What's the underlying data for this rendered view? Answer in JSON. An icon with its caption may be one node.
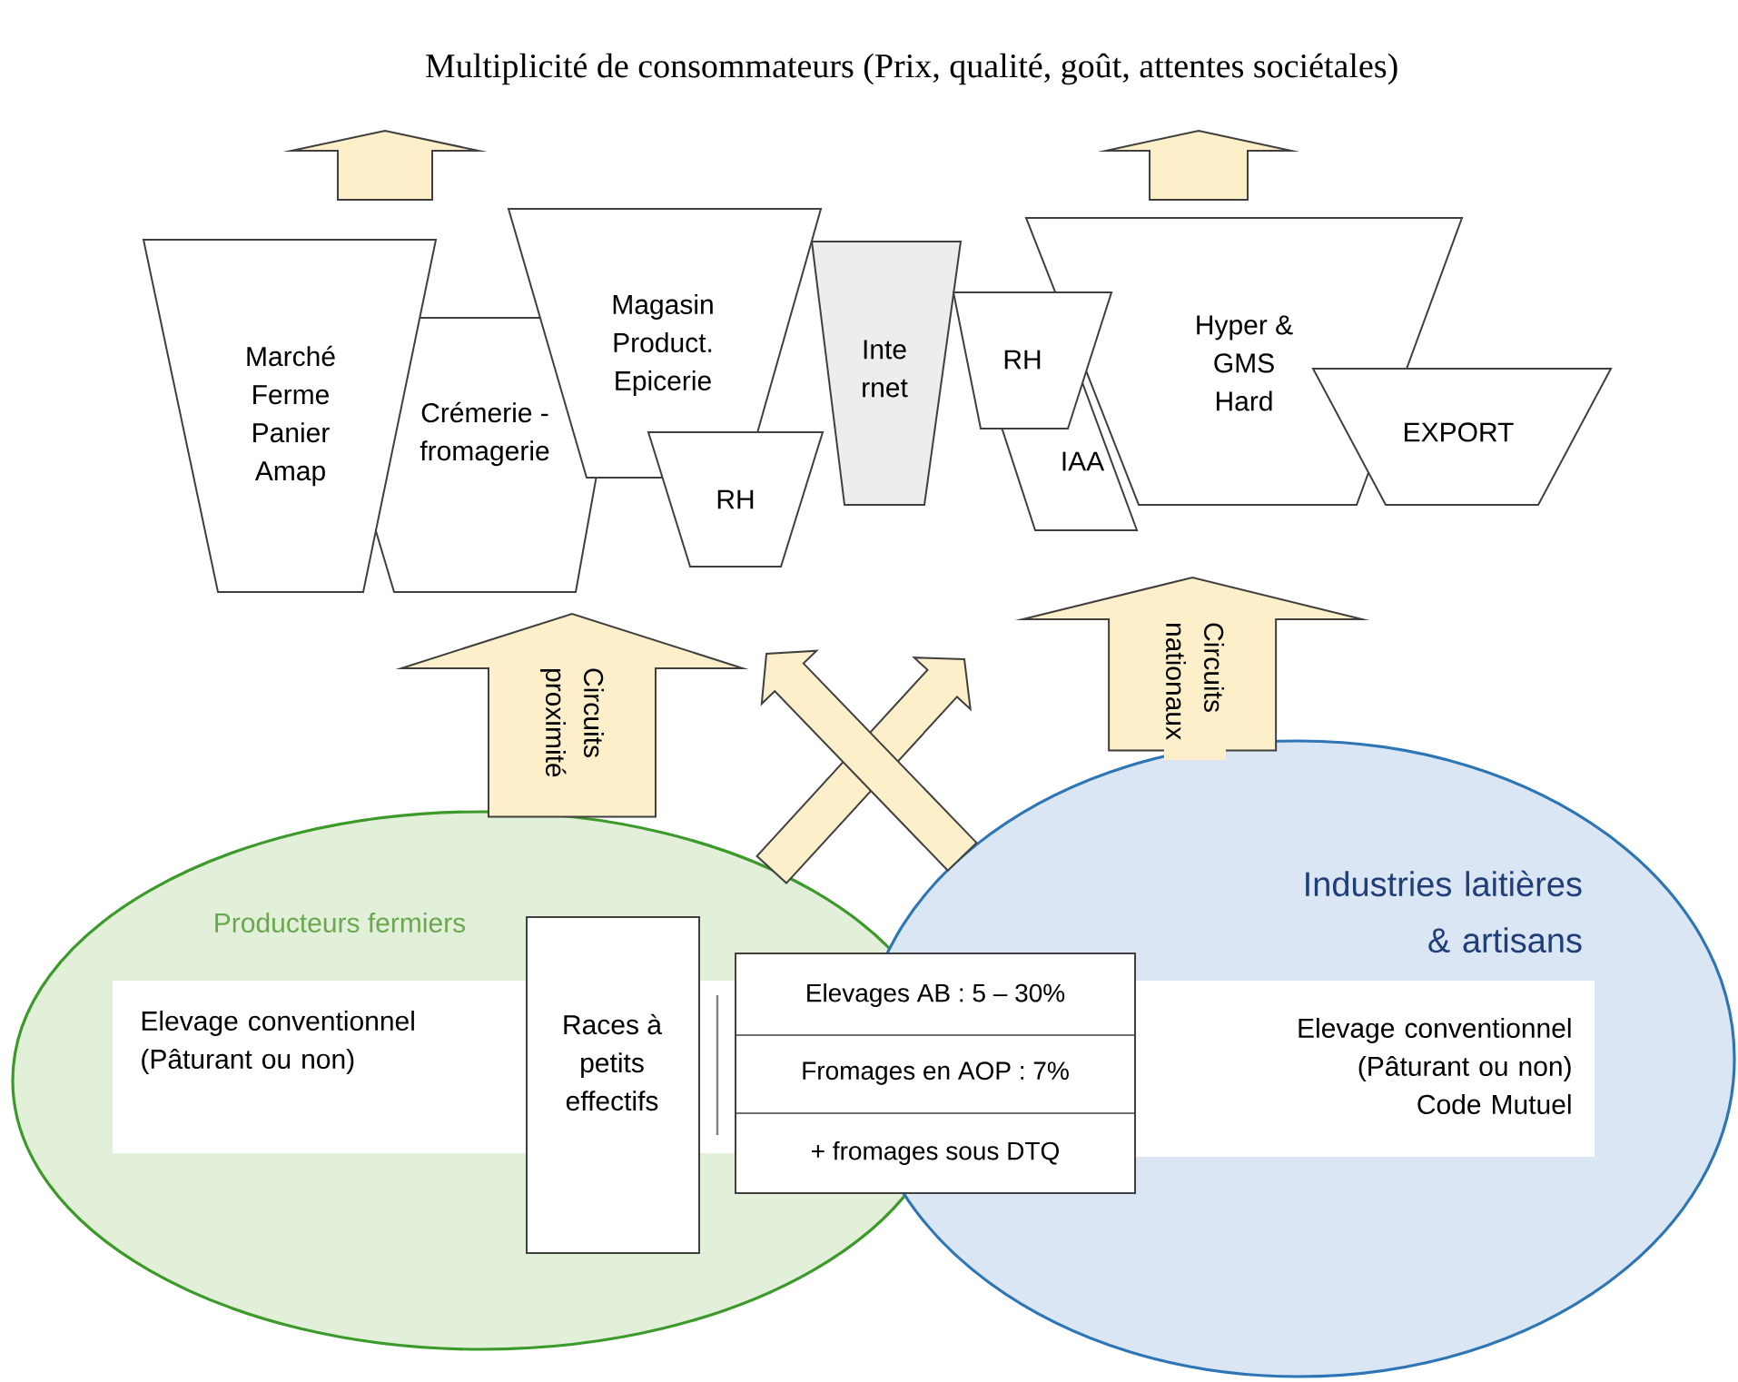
{
  "diagram": {
    "title": "Multiplicité de consommateurs (Prix, qualité, goût, attentes sociétales)",
    "nodes": [
      {
        "text": [
          "Marché Ferme Panier Amap"
        ]
      },
      {
        "text": [
          "Crémerie - fromagerie"
        ]
      },
      {
        "text": [
          "Magasin Product. Epicerie"
        ]
      },
      {
        "text": [
          "RH"
        ]
      },
      {
        "text": [
          "Inte rnet"
        ]
      },
      {
        "text": [
          "RH"
        ]
      },
      {
        "text": [
          "IAA"
        ]
      },
      {
        "text": [
          "Hyper & GMS Hard"
        ]
      },
      {
        "text": [
          "EXPORT"
        ]
      },
      {
        "text": [
          "Producteurs fermiers"
        ]
      },
      {
        "text": [
          "Elevage conventionnel (Pâturant ou non)"
        ],
        "in": 9
      },
      {
        "text": [
          "Races à petits effectifs"
        ],
        "in": 9
      },
      {
        "text": [
          "Elevages AB : 5 – 30%",
          "Fromages en AOP : 7%",
          "+ fromages sous DTQ"
        ]
      },
      {
        "text": [
          "Industries laitières & artisans"
        ]
      },
      {
        "text": [
          "Elevage conventionnel (Pâturant ou non) Code Mutuel"
        ],
        "in": 13
      }
    ],
    "edges": [
      {
        "from": 9,
        "to": null,
        "arrow": "to",
        "label": "Circuits proximité"
      },
      {
        "from": 13,
        "to": null,
        "arrow": "to",
        "label": "Circuits nationaux"
      },
      {
        "from": 9,
        "to": null,
        "arrow": "to"
      },
      {
        "from": 13,
        "to": null,
        "arrow": "to"
      }
    ]
  }
}
